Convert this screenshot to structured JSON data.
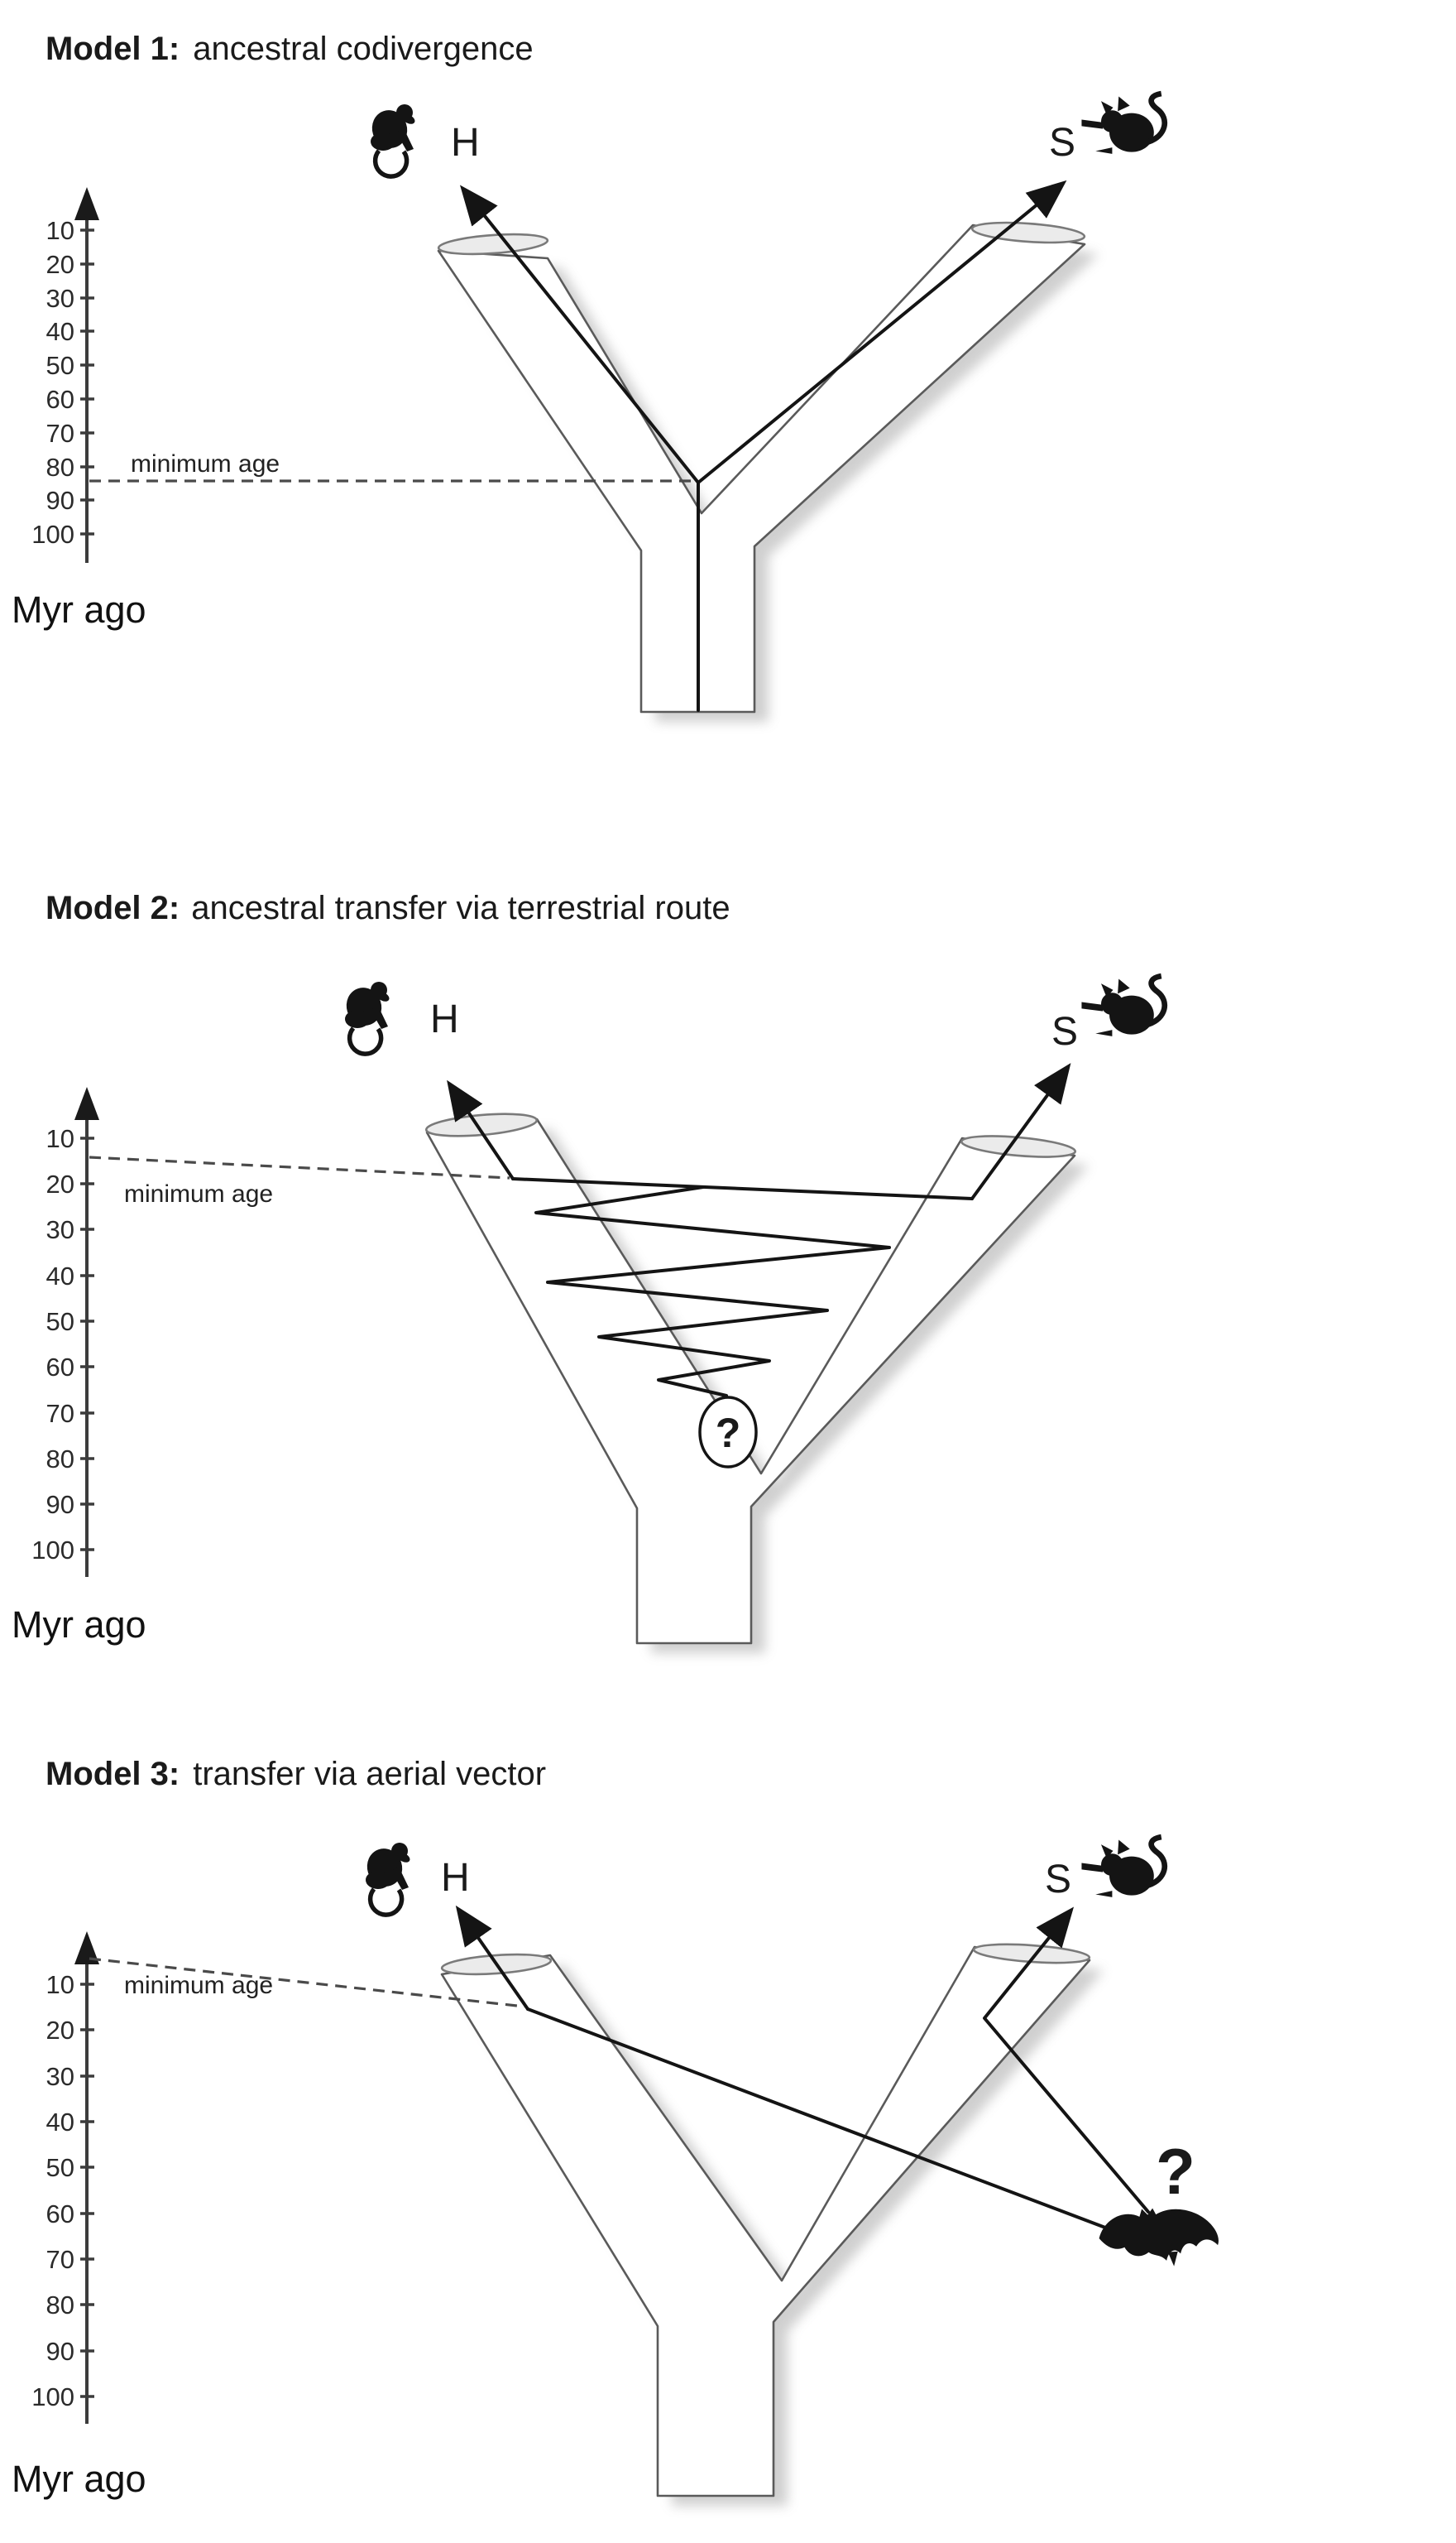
{
  "figure": {
    "description": "Three alternative models for the origin of a virus in hosts H (primate) and S (rodent), drawn as Y-shaped phylogenetic tubes against a time axis",
    "colors": {
      "background": "#ffffff",
      "line": "#141414",
      "tube_stroke": "#5a5a5a",
      "ellipse_fill": "#ebebeb",
      "dashed": "#4a4a4a"
    },
    "panels": [
      {
        "id": "model-1",
        "title_bold": "Model 1:",
        "title_rest": "ancestral codivergence",
        "left_branch_letter": "H",
        "right_branch_letter": "S",
        "left_icon": "monkey-icon",
        "right_icon": "rat-icon",
        "minimum_age_label": "minimum age",
        "axis": {
          "unit_label": "Myr ago",
          "ticks": [
            "10",
            "20",
            "30",
            "40",
            "50",
            "60",
            "70",
            "80",
            "90",
            "100"
          ]
        }
      },
      {
        "id": "model-2",
        "title_bold": "Model 2:",
        "title_rest": "ancestral transfer via terrestrial route",
        "left_branch_letter": "H",
        "right_branch_letter": "S",
        "left_icon": "monkey-icon",
        "right_icon": "rat-icon",
        "minimum_age_label": "minimum age",
        "unknown_host_mark": "?",
        "axis": {
          "unit_label": "Myr ago",
          "ticks": [
            "10",
            "20",
            "30",
            "40",
            "50",
            "60",
            "70",
            "80",
            "90",
            "100"
          ]
        }
      },
      {
        "id": "model-3",
        "title_bold": "Model 3:",
        "title_rest": "transfer via aerial vector",
        "left_branch_letter": "H",
        "right_branch_letter": "S",
        "left_icon": "monkey-icon",
        "right_icon": "rat-icon",
        "vector_icon": "bat-icon",
        "minimum_age_label": "minimum age",
        "unknown_vector_mark": "?",
        "axis": {
          "unit_label": "Myr ago",
          "ticks": [
            "10",
            "20",
            "30",
            "40",
            "50",
            "60",
            "70",
            "80",
            "90",
            "100"
          ]
        }
      }
    ]
  }
}
